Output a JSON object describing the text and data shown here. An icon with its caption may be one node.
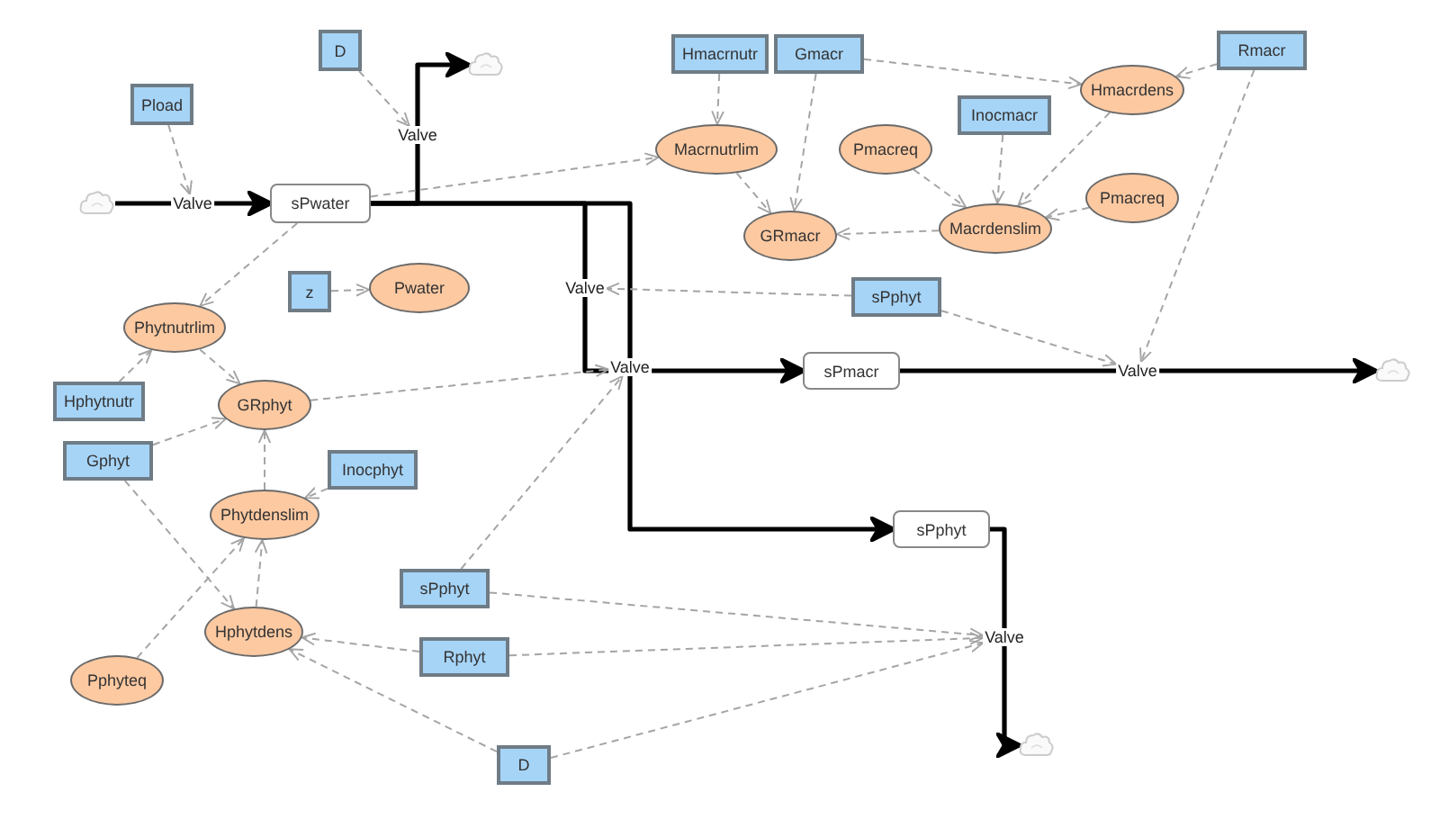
{
  "diagram": {
    "nodes": [
      {
        "text": [
          "D"
        ]
      },
      {
        "text": [
          "Hmacrnutr"
        ]
      },
      {
        "text": [
          "Gmacr"
        ]
      },
      {
        "text": [
          "Rmacr"
        ]
      },
      {
        "text": [
          "Hmacrdens"
        ]
      },
      {
        "text": [],
        "shape": "cloud"
      },
      {
        "text": [
          "Pload"
        ]
      },
      {
        "text": [
          "Inocmacr"
        ]
      },
      {
        "text": [
          "Valve"
        ]
      },
      {
        "text": [
          "Macrnutrlim"
        ]
      },
      {
        "text": [
          "Pmacreq"
        ]
      },
      {
        "text": [],
        "shape": "cloud"
      },
      {
        "text": [
          "Valve"
        ]
      },
      {
        "text": [
          "sPwater"
        ]
      },
      {
        "text": [
          "Pmacreq"
        ]
      },
      {
        "text": [
          "Macrdenslim"
        ]
      },
      {
        "text": [
          "GRmacr"
        ]
      },
      {
        "text": [
          "z"
        ]
      },
      {
        "text": [
          "Pwater"
        ]
      },
      {
        "text": [
          "Valve"
        ]
      },
      {
        "text": [
          "sPphyt"
        ]
      },
      {
        "text": [
          "Phytnutrlim"
        ]
      },
      {
        "text": [
          "sPmacr"
        ]
      },
      {
        "text": [
          "Valve"
        ]
      },
      {
        "text": [
          "Valve"
        ]
      },
      {
        "text": [],
        "shape": "cloud"
      },
      {
        "text": [
          "Hphytnutr"
        ]
      },
      {
        "text": [
          "GRphyt"
        ]
      },
      {
        "text": [
          "Gphyt"
        ]
      },
      {
        "text": [
          "Inocphyt"
        ]
      },
      {
        "text": [
          "Phytdenslim"
        ]
      },
      {
        "text": [
          "sPphyt"
        ]
      },
      {
        "text": [
          "sPphyt"
        ]
      },
      {
        "text": [
          "Hphytdens"
        ]
      },
      {
        "text": [
          "Valve"
        ]
      },
      {
        "text": [
          "Rphyt"
        ]
      },
      {
        "text": [
          "Pphyteq"
        ]
      },
      {
        "text": [],
        "shape": "cloud"
      },
      {
        "text": [
          "D"
        ]
      }
    ],
    "edges": [
      {
        "from": 11,
        "to": 12,
        "arrow": "none",
        "style": "thick",
        "color": "#000000"
      },
      {
        "from": 12,
        "to": 13,
        "arrow": "to",
        "style": "thick",
        "color": "#000000"
      },
      {
        "from": 13,
        "to": 8,
        "arrow": "none",
        "style": "thick",
        "color": "#000000"
      },
      {
        "from": 8,
        "to": 5,
        "arrow": "to",
        "style": "thick",
        "color": "#000000"
      },
      {
        "from": 13,
        "to": 19,
        "arrow": "none",
        "style": "thick",
        "color": "#000000"
      },
      {
        "from": 19,
        "to": 22,
        "arrow": "to",
        "style": "thick",
        "color": "#000000"
      },
      {
        "from": 13,
        "to": 23,
        "arrow": "none",
        "style": "thick",
        "color": "#000000"
      },
      {
        "from": 23,
        "to": 31,
        "arrow": "to",
        "style": "thick",
        "color": "#000000"
      },
      {
        "from": 22,
        "to": 24,
        "arrow": "none",
        "style": "thick",
        "color": "#000000"
      },
      {
        "from": 24,
        "to": 25,
        "arrow": "to",
        "style": "thick",
        "color": "#000000"
      },
      {
        "from": 31,
        "to": 34,
        "arrow": "none",
        "style": "thick",
        "color": "#000000"
      },
      {
        "from": 34,
        "to": 37,
        "arrow": "to",
        "style": "thick",
        "color": "#000000"
      },
      {
        "from": 0,
        "to": 8,
        "arrow": "to",
        "style": "dashed"
      },
      {
        "from": 6,
        "to": 12,
        "arrow": "to",
        "style": "dashed"
      },
      {
        "from": 1,
        "to": 9,
        "arrow": "to",
        "style": "dashed"
      },
      {
        "from": 13,
        "to": 9,
        "arrow": "to",
        "style": "dashed"
      },
      {
        "from": 2,
        "to": 4,
        "arrow": "to",
        "style": "dashed"
      },
      {
        "from": 2,
        "to": 16,
        "arrow": "to",
        "style": "dashed"
      },
      {
        "from": 3,
        "to": 4,
        "arrow": "to",
        "style": "dashed"
      },
      {
        "from": 3,
        "to": 24,
        "arrow": "to",
        "style": "dashed"
      },
      {
        "from": 10,
        "to": 15,
        "arrow": "to",
        "style": "dashed"
      },
      {
        "from": 7,
        "to": 15,
        "arrow": "to",
        "style": "dashed"
      },
      {
        "from": 4,
        "to": 15,
        "arrow": "to",
        "style": "dashed"
      },
      {
        "from": 14,
        "to": 15,
        "arrow": "to",
        "style": "dashed"
      },
      {
        "from": 15,
        "to": 16,
        "arrow": "to",
        "style": "dashed"
      },
      {
        "from": 9,
        "to": 16,
        "arrow": "to",
        "style": "dashed"
      },
      {
        "from": 17,
        "to": 18,
        "arrow": "to",
        "style": "dashed"
      },
      {
        "from": 13,
        "to": 21,
        "arrow": "to",
        "style": "dashed"
      },
      {
        "from": 20,
        "to": 19,
        "arrow": "to",
        "style": "dashed"
      },
      {
        "from": 20,
        "to": 24,
        "arrow": "to",
        "style": "dashed"
      },
      {
        "from": 21,
        "to": 27,
        "arrow": "to",
        "style": "dashed"
      },
      {
        "from": 26,
        "to": 21,
        "arrow": "to",
        "style": "dashed"
      },
      {
        "from": 28,
        "to": 27,
        "arrow": "to",
        "style": "dashed"
      },
      {
        "from": 28,
        "to": 33,
        "arrow": "to",
        "style": "dashed"
      },
      {
        "from": 29,
        "to": 30,
        "arrow": "to",
        "style": "dashed"
      },
      {
        "from": 30,
        "to": 27,
        "arrow": "to",
        "style": "dashed"
      },
      {
        "from": 33,
        "to": 30,
        "arrow": "to",
        "style": "dashed"
      },
      {
        "from": 36,
        "to": 30,
        "arrow": "to",
        "style": "dashed"
      },
      {
        "from": 27,
        "to": 23,
        "arrow": "to",
        "style": "dashed"
      },
      {
        "from": 32,
        "to": 23,
        "arrow": "to",
        "style": "dashed"
      },
      {
        "from": 32,
        "to": 34,
        "arrow": "to",
        "style": "dashed"
      },
      {
        "from": 35,
        "to": 34,
        "arrow": "to",
        "style": "dashed"
      },
      {
        "from": 38,
        "to": 34,
        "arrow": "to",
        "style": "dashed"
      },
      {
        "from": 35,
        "to": 33,
        "arrow": "to",
        "style": "dashed"
      },
      {
        "from": 38,
        "to": 33,
        "arrow": "to",
        "style": "dashed"
      }
    ]
  }
}
